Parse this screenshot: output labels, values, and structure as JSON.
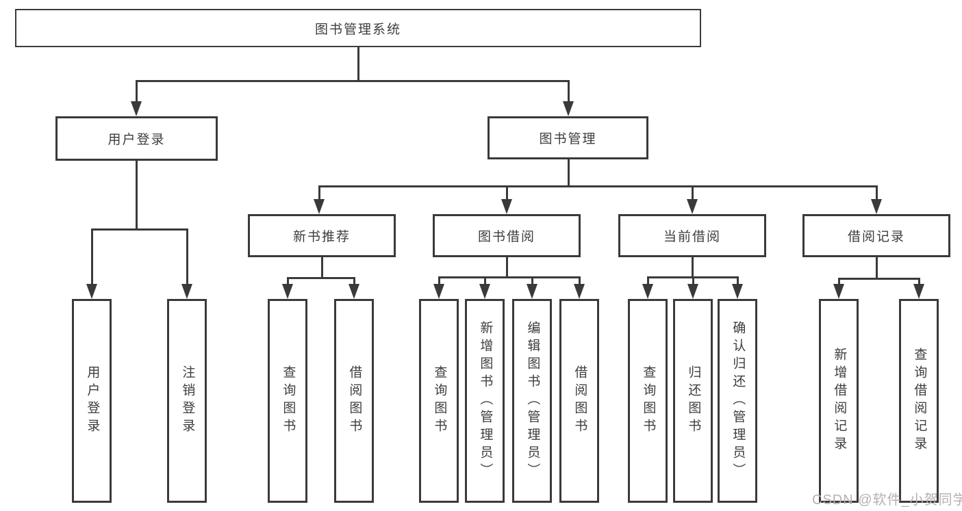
{
  "tree": {
    "label": "图书管理系统",
    "children": [
      {
        "label": "用户登录",
        "children": [
          {
            "label": "用户登录"
          },
          {
            "label": "注销登录"
          }
        ]
      },
      {
        "label": "图书管理",
        "children": [
          {
            "label": "新书推荐",
            "children": [
              {
                "label": "查询图书"
              },
              {
                "label": "借阅图书"
              }
            ]
          },
          {
            "label": "图书借阅",
            "children": [
              {
                "label": "查询图书"
              },
              {
                "label": "新增图书（管理员）"
              },
              {
                "label": "编辑图书（管理员）"
              },
              {
                "label": "借阅图书"
              }
            ]
          },
          {
            "label": "当前借阅",
            "children": [
              {
                "label": "查询图书"
              },
              {
                "label": "归还图书"
              },
              {
                "label": "确认归还（管理员）"
              }
            ]
          },
          {
            "label": "借阅记录",
            "children": [
              {
                "label": "新增借阅记录"
              },
              {
                "label": "查询借阅记录"
              }
            ]
          }
        ]
      }
    ]
  },
  "watermark": {
    "text": "CSDN @软件_小贺同学"
  },
  "colors": {
    "line": "#3a3a3a",
    "text": "#3d3d3d",
    "box_bg": "#ffffff",
    "background": "#ffffff",
    "watermark": "#b2b2b2"
  }
}
